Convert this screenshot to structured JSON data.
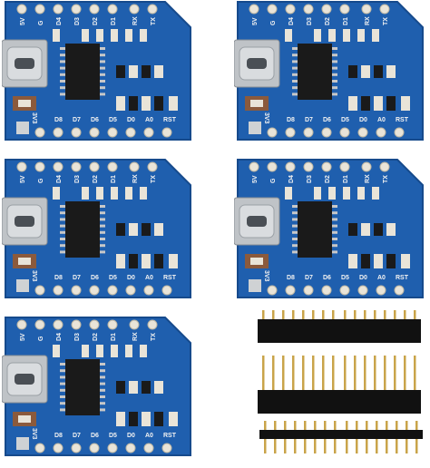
{
  "boards": [
    {
      "id": "board-1"
    },
    {
      "id": "board-2"
    },
    {
      "id": "board-3"
    },
    {
      "id": "board-4"
    },
    {
      "id": "board-5"
    }
  ],
  "top_pins": [
    "5V",
    "G",
    "D4",
    "D3",
    "D2",
    "D1",
    "RX",
    "TX"
  ],
  "bottom_pins": [
    "3V3",
    "D8",
    "D7",
    "D6",
    "D5",
    "D0",
    "A0",
    "RST"
  ],
  "colors": {
    "pcb": "#1f5fae",
    "pcb_edge": "#164a8c",
    "pad": "#e9e4d8",
    "chip": "#1a1a1a",
    "usb": "#bfc3c7",
    "silk": "#f2f2f2",
    "header_plastic": "#111111",
    "header_pin": "#c9a44a"
  }
}
